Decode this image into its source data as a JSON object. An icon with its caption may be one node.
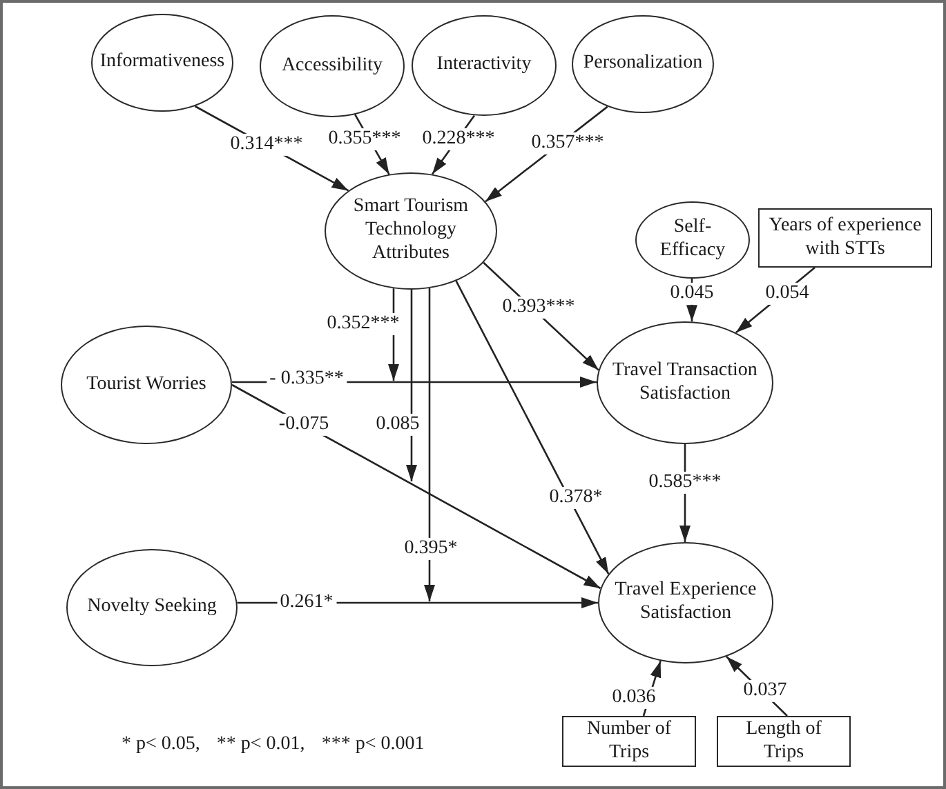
{
  "diagram": {
    "nodes": [
      {
        "text": [
          "Informativeness"
        ]
      },
      {
        "text": [
          "Accessibility"
        ]
      },
      {
        "text": [
          "Interactivity"
        ]
      },
      {
        "text": [
          "Personalization"
        ]
      },
      {
        "text": [
          "Smart Tourism Technology Attributes"
        ]
      },
      {
        "text": [
          "Self-Efficacy"
        ]
      },
      {
        "text": [
          "Years of experience with STTs"
        ]
      },
      {
        "text": [
          "Tourist Worries"
        ]
      },
      {
        "text": [
          "Travel Transaction Satisfaction"
        ]
      },
      {
        "text": [
          "Novelty Seeking"
        ]
      },
      {
        "text": [
          "Travel Experience Satisfaction"
        ]
      },
      {
        "text": [
          "Number of Trips"
        ]
      },
      {
        "text": [
          "Length of Trips"
        ]
      }
    ],
    "edges": [
      {
        "from": 0,
        "to": 4,
        "arrow": "to",
        "label": "0.314***"
      },
      {
        "from": 1,
        "to": 4,
        "arrow": "to",
        "label": "0.355***"
      },
      {
        "from": 2,
        "to": 4,
        "arrow": "to",
        "label": "0.228***"
      },
      {
        "from": 3,
        "to": 4,
        "arrow": "to",
        "label": "0.357***"
      },
      {
        "from": 4,
        "to": 8,
        "arrow": "to",
        "label": "0.393***"
      },
      {
        "from": 5,
        "to": 8,
        "arrow": "to",
        "label": "0.045"
      },
      {
        "from": 6,
        "to": 8,
        "arrow": "to",
        "label": "0.054"
      },
      {
        "from": 7,
        "to": 8,
        "arrow": "to",
        "label": "- 0.335**"
      },
      {
        "from": 4,
        "to": null,
        "arrow": "to",
        "label": "0.352***"
      },
      {
        "from": 7,
        "to": 10,
        "arrow": "to",
        "label": "-0.075"
      },
      {
        "from": 4,
        "to": null,
        "arrow": "to",
        "label": "0.085"
      },
      {
        "from": 4,
        "to": 10,
        "arrow": "to",
        "label": "0.378*"
      },
      {
        "from": 4,
        "to": null,
        "arrow": "to",
        "label": "0.395*"
      },
      {
        "from": 8,
        "to": 10,
        "arrow": "to",
        "label": "0.585***"
      },
      {
        "from": 9,
        "to": 10,
        "arrow": "to",
        "label": "0.261*"
      },
      {
        "from": 11,
        "to": 10,
        "arrow": "to",
        "label": "0.036"
      },
      {
        "from": 12,
        "to": 10,
        "arrow": "to",
        "label": "0.037"
      }
    ],
    "labels": [
      "* p< 0.05,",
      "** p< 0.01,",
      "*** p< 0.001"
    ]
  }
}
